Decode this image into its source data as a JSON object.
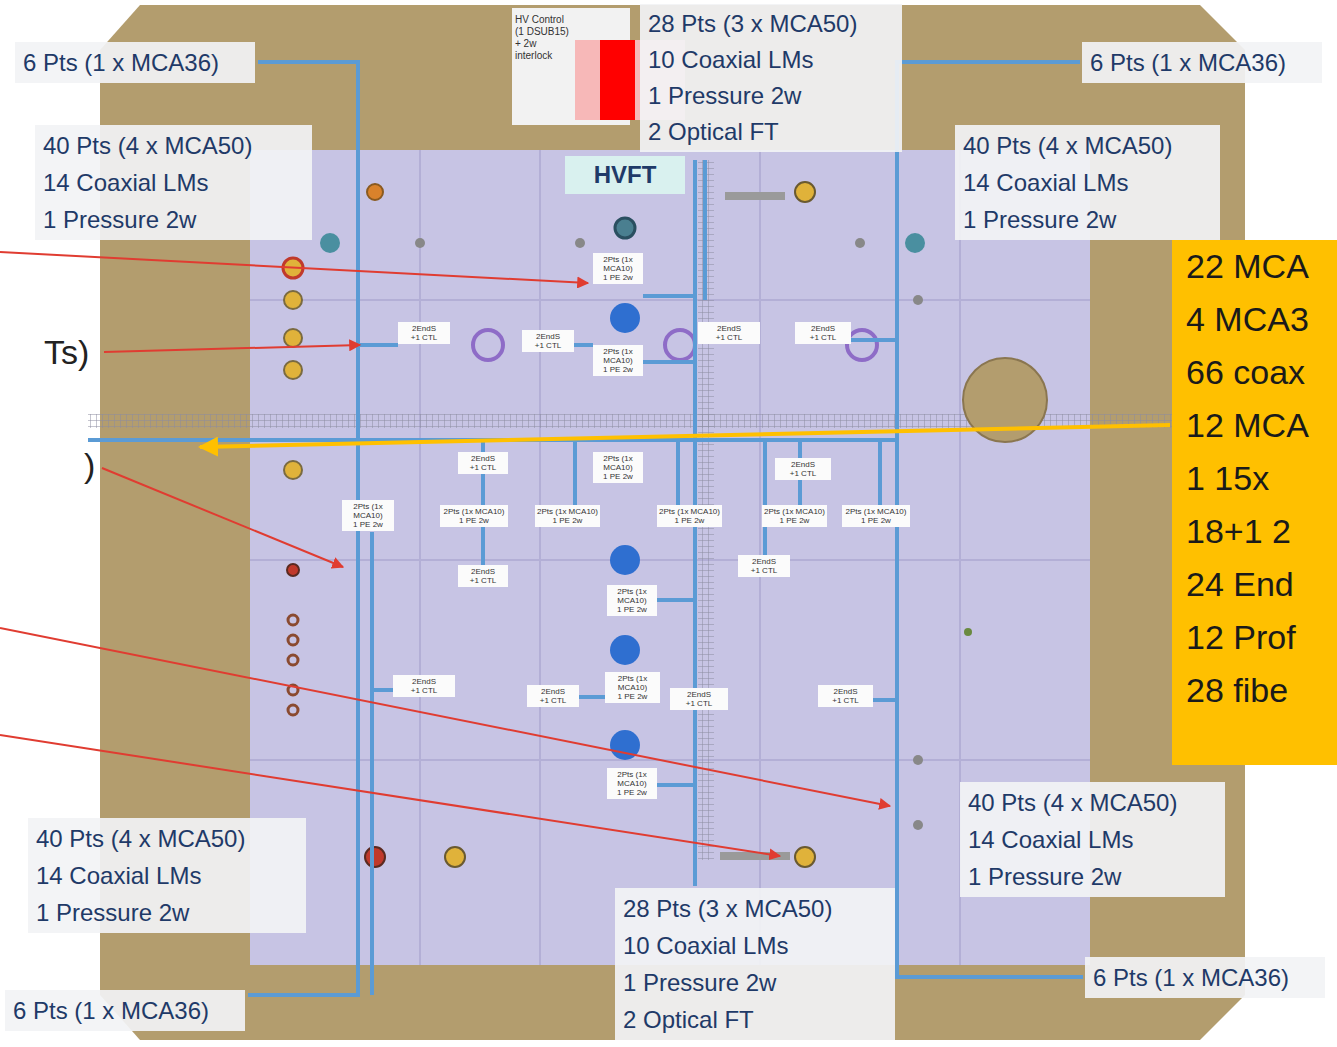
{
  "diagram": {
    "nodes": [
      {
        "text": [
          "6 Pts (1 x MCA36)"
        ]
      },
      {
        "text": [
          "HV Control (1 DSUB15) + 2w interlock"
        ]
      },
      {
        "text": [
          "28 Pts (3 x MCA50)",
          "10 Coaxial LMs",
          "1 Pressure 2w",
          "2 Optical FT"
        ]
      },
      {
        "text": [
          "6 Pts (1 x MCA36)"
        ]
      },
      {
        "text": [
          "40 Pts (4 x MCA50)",
          "14 Coaxial LMs",
          "1 Pressure 2w"
        ]
      },
      {
        "text": [
          "40 Pts (4 x MCA50)",
          "14 Coaxial LMs",
          "1 Pressure 2w"
        ]
      },
      {
        "text": [
          "HVFT"
        ]
      },
      {
        "text": [
          "22 MCA",
          "4 MCA3",
          "66 coax",
          "12 MCA",
          "1 15x",
          "18+1 2",
          "24 End",
          "12 Prof",
          "28 fibe"
        ]
      },
      {
        "text": [
          "2Pts (1x MCA10)",
          "1 PE 2w"
        ]
      },
      {
        "text": [
          "2EndS",
          "+1 CTL"
        ]
      },
      {
        "text": [
          "2EndS",
          "+1 CTL"
        ]
      },
      {
        "text": [
          "2EndS",
          "+1 CTL"
        ]
      },
      {
        "text": [
          "2EndS",
          "+1 CTL"
        ]
      },
      {
        "text": [
          "2Pts (1x MCA10)",
          "1 PE 2w"
        ]
      },
      {
        "text": [
          "2Pts (1x MCA10)",
          "1 PE 2w"
        ]
      },
      {
        "text": [
          "2EndS",
          "+1 CTL"
        ]
      },
      {
        "text": [
          "2EndS",
          "+1 CTL"
        ]
      },
      {
        "text": [
          "2Pts (1x MCA10)",
          "1 PE 2w"
        ]
      },
      {
        "text": [
          "2Pts (1x MCA10)",
          "1 PE 2w"
        ]
      },
      {
        "text": [
          "2Pts (1x MCA10)",
          "1 PE 2w"
        ]
      },
      {
        "text": [
          "2Pts (1x MCA10)",
          "1 PE 2w"
        ]
      },
      {
        "text": [
          "2Pts (1x MCA10)",
          "1 PE 2w"
        ]
      },
      {
        "text": [
          "2Pts (1x MCA10)",
          "1 PE 2w"
        ]
      },
      {
        "text": [
          "2EndS",
          "+1 CTL"
        ]
      },
      {
        "text": [
          "2EndS",
          "+1 CTL"
        ]
      },
      {
        "text": [
          "2Pts (1x MCA10)",
          "1 PE 2w"
        ]
      },
      {
        "text": [
          "2Pts (1x MCA10)",
          "1 PE 2w"
        ]
      },
      {
        "text": [
          "2EndS",
          "+1 CTL"
        ]
      },
      {
        "text": [
          "2EndS",
          "+1 CTL"
        ]
      },
      {
        "text": [
          "2EndS",
          "+1 CTL"
        ]
      },
      {
        "text": [
          "2EndS",
          "+1 CTL"
        ]
      },
      {
        "text": [
          "2Pts (1x MCA10)",
          "1 PE 2w"
        ]
      },
      {
        "text": [
          "40 Pts (4 x MCA50)",
          "14 Coaxial LMs",
          "1 Pressure 2w"
        ]
      },
      {
        "text": [
          "40 Pts (4 x MCA50)",
          "14 Coaxial LMs",
          "1 Pressure 2w"
        ]
      },
      {
        "text": [
          "28 Pts (3 x MCA50)",
          "10 Coaxial LMs",
          "1 Pressure 2w",
          "2 Optical FT"
        ]
      },
      {
        "text": [
          "6 Pts (1 x MCA36)"
        ]
      },
      {
        "text": [
          "6 Pts (1 x MCA36)"
        ]
      }
    ],
    "labels": [
      "Ts)",
      ")"
    ]
  }
}
